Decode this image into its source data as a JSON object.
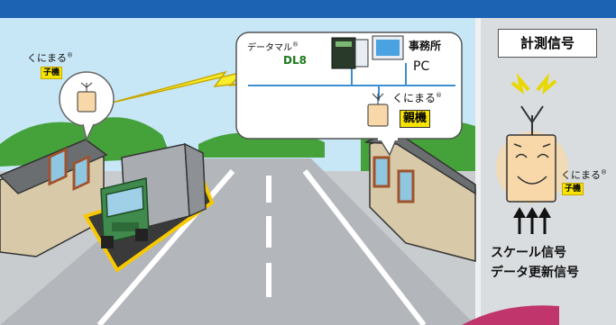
{
  "device_name": "くにまる",
  "registered_mark": "®",
  "child_badge": "子機",
  "parent_badge": "親機",
  "datamaru": "データマル",
  "dl8": "DL8",
  "office": "事務所",
  "pc": "PC",
  "panel": {
    "title": "計測信号",
    "signal_line1": "スケール信号",
    "signal_line2": "データ更新信号"
  },
  "colors": {
    "sky": "#c7e6f6",
    "banner": "#1d63b3",
    "mountain": "#45a13a",
    "road": "#b9bcbf",
    "lightning": "#f6ee2a",
    "truck_cab": "#3f8a4c",
    "truck_box": "#a9adb1",
    "panel_bg": "#d9dde0",
    "tag_yellow": "#f7e400"
  }
}
